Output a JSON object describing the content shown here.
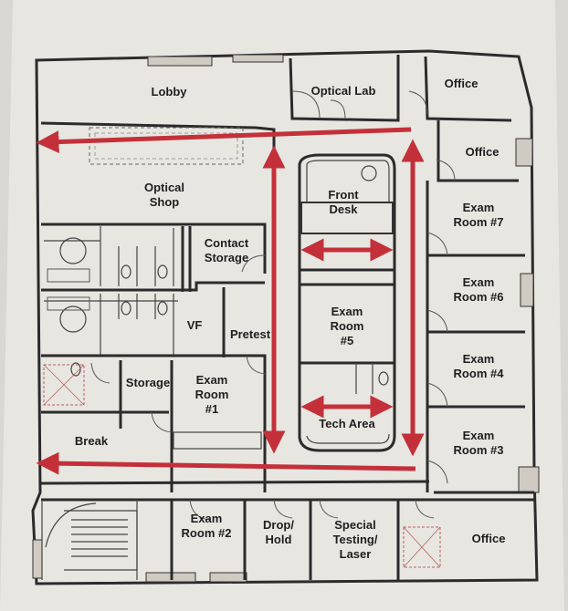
{
  "colors": {
    "paper": "#e8e6e1",
    "background": "#d9d7d2",
    "wall": "#2b2b2b",
    "arrow": "#c4303a"
  },
  "rooms": {
    "lobby": "Lobby",
    "optical_lab": "Optical Lab",
    "office_top": "Office",
    "office_2": "Office",
    "optical_shop_line1": "Optical",
    "optical_shop_line2": "Shop",
    "front_desk_line1": "Front",
    "front_desk_line2": "Desk",
    "exam7_line1": "Exam",
    "exam7_line2": "Room #7",
    "contact_storage_line1": "Contact",
    "contact_storage_line2": "Storage",
    "exam6_line1": "Exam",
    "exam6_line2": "Room #6",
    "exam5_line1": "Exam",
    "exam5_line2": "Room",
    "exam5_line3": "#5",
    "vf": "VF",
    "pretest": "Pretest",
    "exam4_line1": "Exam",
    "exam4_line2": "Room #4",
    "storage": "Storage",
    "exam1_line1": "Exam",
    "exam1_line2": "Room",
    "exam1_line3": "#1",
    "tech_area": "Tech Area",
    "break": "Break",
    "exam3_line1": "Exam",
    "exam3_line2": "Room #3",
    "exam2_line1": "Exam",
    "exam2_line2": "Room #2",
    "drop_hold_line1": "Drop/",
    "drop_hold_line2": "Hold",
    "special_line1": "Special",
    "special_line2": "Testing/",
    "special_line3": "Laser",
    "office_bottom": "Office"
  }
}
